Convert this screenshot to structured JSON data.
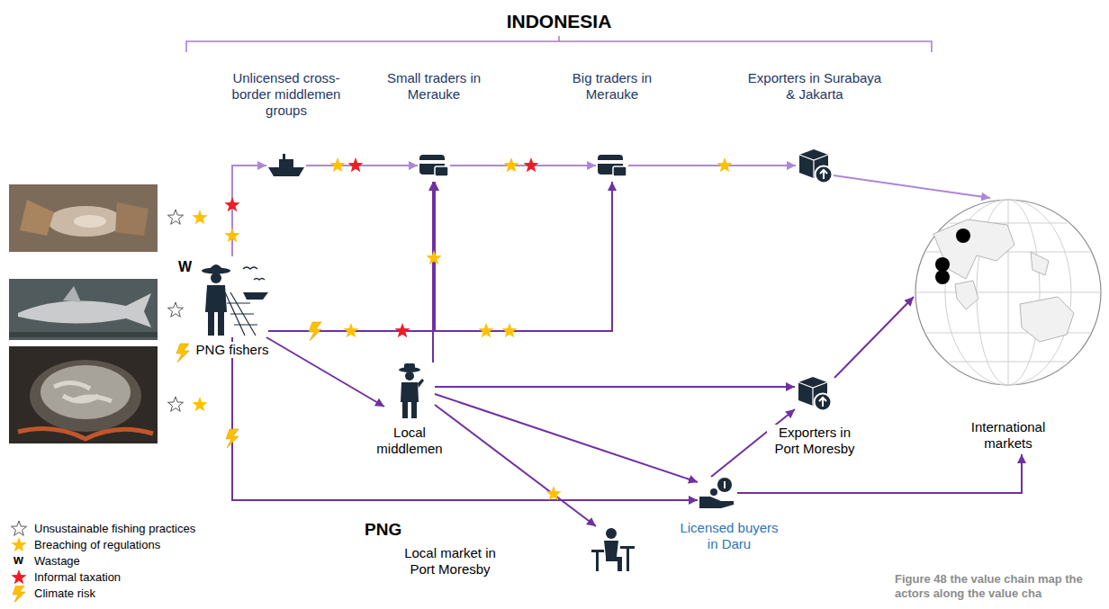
{
  "diagram": {
    "title": "INDONESIA",
    "caption": "Figure 48 the value chain map the actors along the value cha",
    "nodes": [
      {
        "text": [
          "Unlicensed cross- border middlemen groups"
        ]
      },
      {
        "text": [
          "Small traders in Merauke"
        ]
      },
      {
        "text": [
          "Big traders in Merauke"
        ]
      },
      {
        "text": [
          "Exporters in Surabaya & Jakarta"
        ]
      },
      {
        "text": [
          "PNG fishers"
        ]
      },
      {
        "text": [
          "Local middlemen"
        ]
      },
      {
        "text": [
          "Exporters in Port Moresby"
        ]
      },
      {
        "text": [
          "International markets"
        ]
      },
      {
        "text": [
          "Licensed buyers in Daru"
        ]
      },
      {
        "text": [
          "Local market in Port Moresby"
        ]
      }
    ],
    "edges": [
      {
        "from": 4,
        "to": 0,
        "arrow": "to"
      },
      {
        "from": 0,
        "to": 1,
        "arrow": "to"
      },
      {
        "from": 1,
        "to": 2,
        "arrow": "to"
      },
      {
        "from": 2,
        "to": 3,
        "arrow": "to"
      },
      {
        "from": 3,
        "to": 7,
        "arrow": "to"
      },
      {
        "from": 4,
        "to": 1,
        "arrow": "to"
      },
      {
        "from": 4,
        "to": 2,
        "arrow": "to"
      },
      {
        "from": 5,
        "to": 1,
        "arrow": "to"
      },
      {
        "from": 4,
        "to": 5,
        "arrow": "to"
      },
      {
        "from": 4,
        "to": 8,
        "arrow": "to"
      },
      {
        "from": 5,
        "to": 6,
        "arrow": "to"
      },
      {
        "from": 5,
        "to": 8,
        "arrow": "to"
      },
      {
        "from": 5,
        "to": 9,
        "arrow": "to"
      },
      {
        "from": 8,
        "to": 6,
        "arrow": "to"
      },
      {
        "from": 8,
        "to": 7,
        "arrow": "to"
      },
      {
        "from": 6,
        "to": 7,
        "arrow": "to"
      }
    ],
    "labels": [
      "W",
      "PNG",
      "w"
    ],
    "legend": [
      {
        "text": "Unsustainable fishing practices"
      },
      {
        "text": "Breaching of regulations"
      },
      {
        "text": "Wastage"
      },
      {
        "text": "Informal taxation"
      },
      {
        "text": "Climate risk"
      }
    ]
  }
}
